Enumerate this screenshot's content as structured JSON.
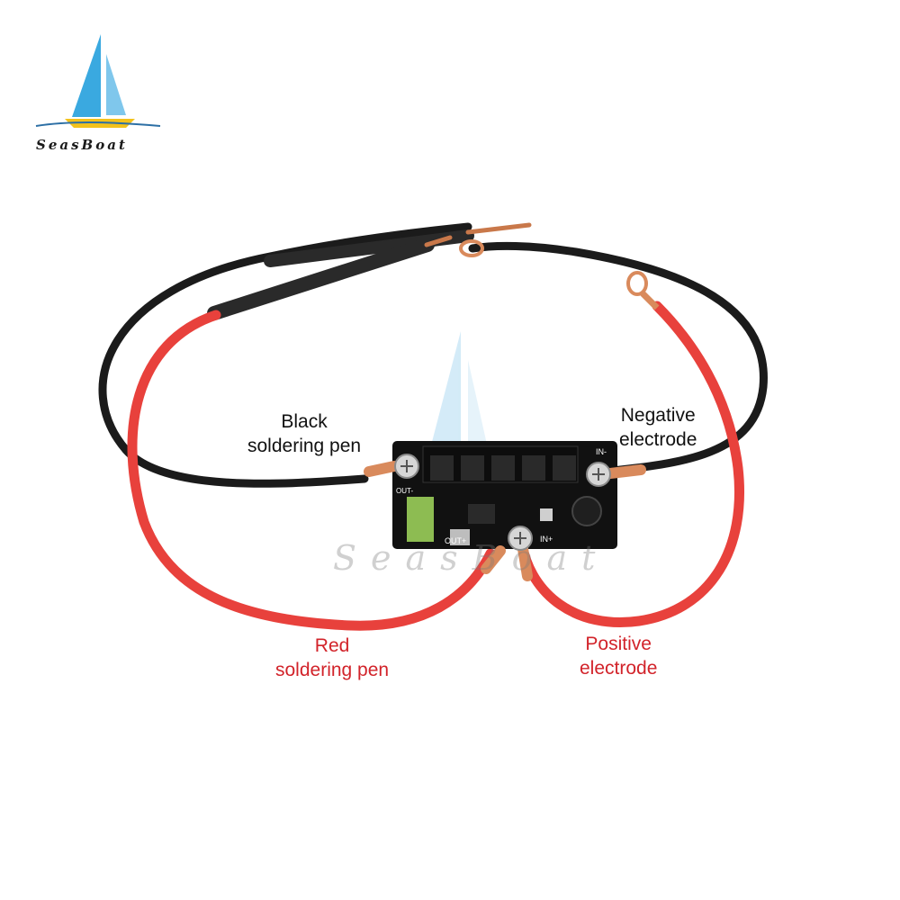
{
  "brand": {
    "name": "SeasBoat",
    "watermark": "SeasBoat",
    "colors": {
      "sail": "#3aa9e0",
      "hull": "#f3c21b",
      "wave": "#2c6fa5"
    }
  },
  "labels": {
    "black_pen": [
      "Black",
      "soldering pen"
    ],
    "negative": [
      "Negative",
      "electrode"
    ],
    "red_pen": [
      "Red",
      "soldering pen"
    ],
    "positive": [
      "Positive",
      "electrode"
    ]
  },
  "board": {
    "silkscreen": {
      "in_minus": "IN-",
      "in_plus": "IN+",
      "out_plus": "OUT+",
      "out_minus": "OUT-"
    }
  },
  "colors": {
    "black_wire": "#1b1b1b",
    "red_wire": "#e8413c",
    "copper": "#d98a5c",
    "pcb": "#111111",
    "label_red": "#d2232a"
  }
}
